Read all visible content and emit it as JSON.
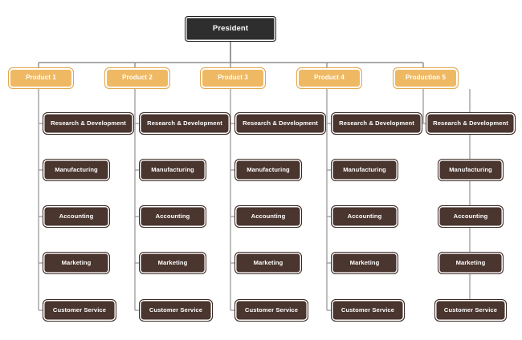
{
  "diagram": {
    "type": "organizational-chart",
    "title": "President",
    "background_color": "#ffffff",
    "colors": {
      "president_fill": "#2e2e2e",
      "product_fill": "#efb964",
      "department_fill": "#4a352f",
      "node_inner_stroke": "#ffffff",
      "connector_dark": "#6e6e6e",
      "connector_light": "#9a9a9a",
      "connector_tan": "#efb964",
      "text": "#ffffff"
    },
    "root": {
      "label": "President"
    },
    "divisions": [
      {
        "label": "Product 1",
        "connector_style": "left-spine",
        "departments": [
          "Research & Development",
          "Manufacturing",
          "Accounting",
          "Marketing",
          "Customer Service"
        ]
      },
      {
        "label": "Product 2",
        "connector_style": "left-spine",
        "departments": [
          "Research & Development",
          "Manufacturing",
          "Accounting",
          "Marketing",
          "Customer Service"
        ]
      },
      {
        "label": "Product 3",
        "connector_style": "left-spine",
        "departments": [
          "Research & Development",
          "Manufacturing",
          "Accounting",
          "Marketing",
          "Customer Service"
        ]
      },
      {
        "label": "Product 4",
        "connector_style": "left-spine",
        "departments": [
          "Research & Development",
          "Manufacturing",
          "Accounting",
          "Marketing",
          "Customer Service"
        ]
      },
      {
        "label": "Production 5",
        "connector_style": "center-chain",
        "departments": [
          "Research & Development",
          "Manufacturing",
          "Accounting",
          "Marketing",
          "Customer Service"
        ]
      }
    ]
  }
}
